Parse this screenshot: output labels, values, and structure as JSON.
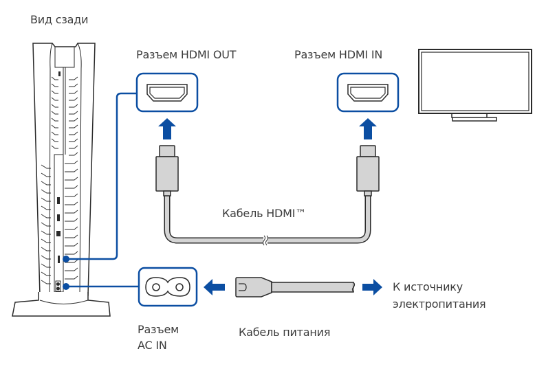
{
  "title": "Вид сзади",
  "labels": {
    "hdmi_out": "Разъем HDMI OUT",
    "hdmi_in": "Разъем HDMI IN",
    "hdmi_cable": "Кабель HDMI™",
    "ac_in_line1": "Разъем",
    "ac_in_line2": "AC IN",
    "power_cable": "Кабель питания",
    "power_source_line1": "К источнику",
    "power_source_line2": "электропитания"
  },
  "icons": {
    "console": "console-rear-view-icon",
    "tv": "tv-icon",
    "hdmi_port": "hdmi-port-icon",
    "ac_port": "ac-in-port-icon",
    "hdmi_plug": "hdmi-plug-icon",
    "power_plug": "power-plug-icon",
    "arrow": "arrow-icon"
  },
  "colors": {
    "accent": "#0b4ea2",
    "outline": "#2a2a2a",
    "cable_fill": "#d4d4d4",
    "text": "#3c3c3c"
  }
}
